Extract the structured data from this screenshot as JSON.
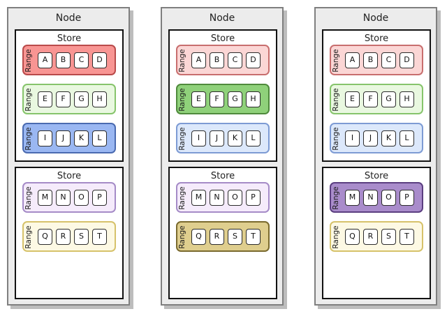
{
  "nodes": [
    {
      "title": "Node",
      "stores": [
        {
          "title": "Store",
          "ranges": [
            {
              "label": "Range",
              "keys": [
                "A",
                "B",
                "C",
                "D"
              ],
              "fill": "#f89593",
              "border": "#b94a4a"
            },
            {
              "label": "Range",
              "keys": [
                "E",
                "F",
                "G",
                "H"
              ],
              "fill": "#e9f8e0",
              "border": "#86c46b"
            },
            {
              "label": "Range",
              "keys": [
                "I",
                "J",
                "K",
                "L"
              ],
              "fill": "#9ab7f2",
              "border": "#4a6ab0"
            }
          ]
        },
        {
          "title": "Store",
          "ranges": [
            {
              "label": "Range",
              "keys": [
                "M",
                "N",
                "O",
                "P"
              ],
              "fill": "#f5ebfb",
              "border": "#a58bc7"
            },
            {
              "label": "Range",
              "keys": [
                "Q",
                "R",
                "S",
                "T"
              ],
              "fill": "#fdf9e4",
              "border": "#d6c26a"
            }
          ]
        }
      ]
    },
    {
      "title": "Node",
      "stores": [
        {
          "title": "Store",
          "ranges": [
            {
              "label": "Range",
              "keys": [
                "A",
                "B",
                "C",
                "D"
              ],
              "fill": "#fbd6d5",
              "border": "#c86e6e"
            },
            {
              "label": "Range",
              "keys": [
                "E",
                "F",
                "G",
                "H"
              ],
              "fill": "#8fd17a",
              "border": "#4f8a3c"
            },
            {
              "label": "Range",
              "keys": [
                "I",
                "J",
                "K",
                "L"
              ],
              "fill": "#dce8fb",
              "border": "#7d9bd4"
            }
          ]
        },
        {
          "title": "Store",
          "ranges": [
            {
              "label": "Range",
              "keys": [
                "M",
                "N",
                "O",
                "P"
              ],
              "fill": "#f5ebfb",
              "border": "#a58bc7"
            },
            {
              "label": "Range",
              "keys": [
                "Q",
                "R",
                "S",
                "T"
              ],
              "fill": "#dfce8e",
              "border": "#7a6a2e"
            }
          ]
        }
      ]
    },
    {
      "title": "Node",
      "stores": [
        {
          "title": "Store",
          "ranges": [
            {
              "label": "Range",
              "keys": [
                "A",
                "B",
                "C",
                "D"
              ],
              "fill": "#fbd6d5",
              "border": "#c86e6e"
            },
            {
              "label": "Range",
              "keys": [
                "E",
                "F",
                "G",
                "H"
              ],
              "fill": "#e9f8e0",
              "border": "#86c46b"
            },
            {
              "label": "Range",
              "keys": [
                "I",
                "J",
                "K",
                "L"
              ],
              "fill": "#dce8fb",
              "border": "#7d9bd4"
            }
          ]
        },
        {
          "title": "Store",
          "ranges": [
            {
              "label": "Range",
              "keys": [
                "M",
                "N",
                "O",
                "P"
              ],
              "fill": "#a98ccb",
              "border": "#5b3e80"
            },
            {
              "label": "Range",
              "keys": [
                "Q",
                "R",
                "S",
                "T"
              ],
              "fill": "#fdf9e4",
              "border": "#d6c26a"
            }
          ]
        }
      ]
    }
  ]
}
